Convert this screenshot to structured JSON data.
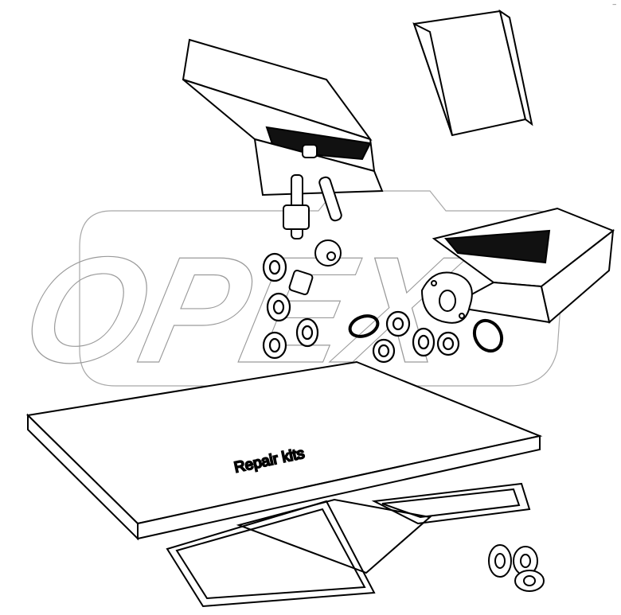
{
  "diagram": {
    "title": "Repair kits",
    "watermark": "OPEX",
    "corner_mark": "–",
    "components": [
      {
        "id": "box-top-right",
        "type": "closed-box"
      },
      {
        "id": "box-open-left",
        "type": "open-box"
      },
      {
        "id": "box-open-right",
        "type": "open-box"
      },
      {
        "id": "pin-1",
        "type": "shaft-pin"
      },
      {
        "id": "pin-2",
        "type": "shaft-pin"
      },
      {
        "id": "gear-shaft",
        "type": "gear-shaft"
      },
      {
        "id": "gear-small",
        "type": "gear"
      },
      {
        "id": "bushing",
        "type": "bushing"
      },
      {
        "id": "washers",
        "type": "washer",
        "count": 10
      },
      {
        "id": "o-rings",
        "type": "o-ring",
        "count": 2
      },
      {
        "id": "flange-gasket",
        "type": "flange-gasket"
      },
      {
        "id": "kit-board",
        "type": "board"
      },
      {
        "id": "frame-gaskets",
        "type": "cover-gasket",
        "count": 3
      },
      {
        "id": "bearings",
        "type": "ball-bearing",
        "count": 3
      }
    ]
  }
}
